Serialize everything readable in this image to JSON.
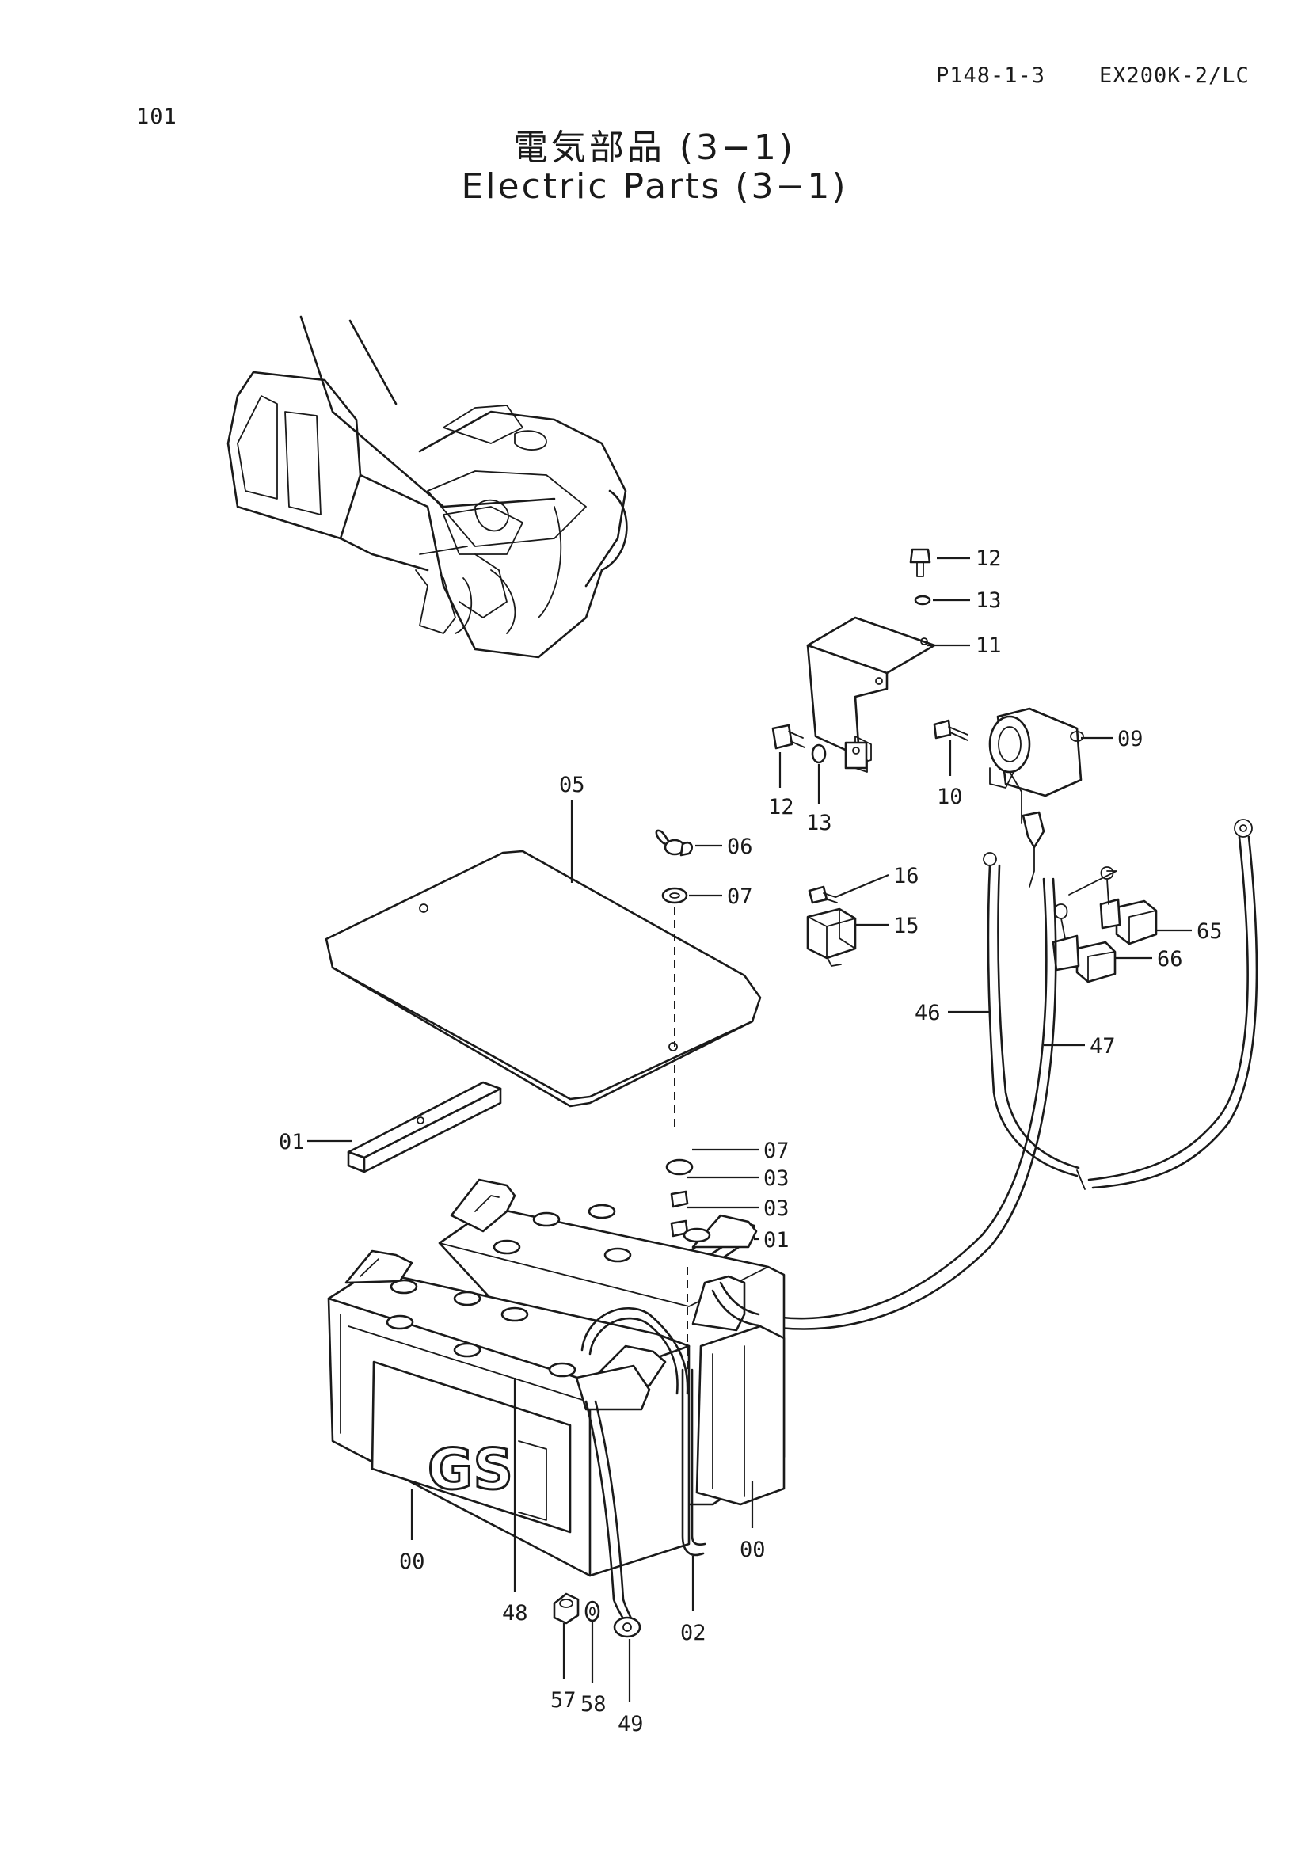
{
  "header": {
    "page_code": "P148-1-3",
    "model": "EX200K-2/LC",
    "page_number": "101",
    "title_jp": "電気部品 (3−1)",
    "title_en": "Electric Parts (3−1)"
  },
  "diagram": {
    "battery_brand": "GS",
    "callouts": [
      {
        "id": "12a",
        "label": "12"
      },
      {
        "id": "13a",
        "label": "13"
      },
      {
        "id": "11",
        "label": "11"
      },
      {
        "id": "09",
        "label": "09"
      },
      {
        "id": "12b",
        "label": "12"
      },
      {
        "id": "13b",
        "label": "13"
      },
      {
        "id": "10",
        "label": "10"
      },
      {
        "id": "05",
        "label": "05"
      },
      {
        "id": "06",
        "label": "06"
      },
      {
        "id": "07a",
        "label": "07"
      },
      {
        "id": "16",
        "label": "16"
      },
      {
        "id": "15",
        "label": "15"
      },
      {
        "id": "65",
        "label": "65"
      },
      {
        "id": "66",
        "label": "66"
      },
      {
        "id": "46",
        "label": "46"
      },
      {
        "id": "47",
        "label": "47"
      },
      {
        "id": "01a",
        "label": "01"
      },
      {
        "id": "07b",
        "label": "07"
      },
      {
        "id": "03a",
        "label": "03"
      },
      {
        "id": "03b",
        "label": "03"
      },
      {
        "id": "01b",
        "label": "01"
      },
      {
        "id": "00a",
        "label": "00"
      },
      {
        "id": "00b",
        "label": "00"
      },
      {
        "id": "48",
        "label": "48"
      },
      {
        "id": "02",
        "label": "02"
      },
      {
        "id": "57",
        "label": "57"
      },
      {
        "id": "58",
        "label": "58"
      },
      {
        "id": "49",
        "label": "49"
      }
    ]
  }
}
